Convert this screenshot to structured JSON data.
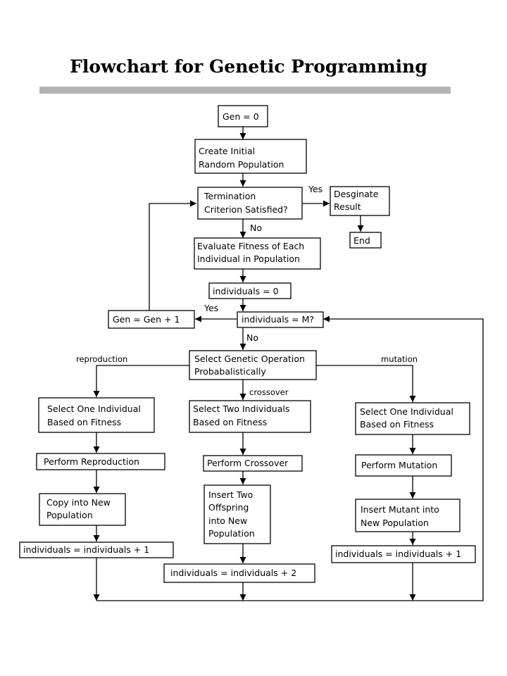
{
  "title": "Flowchart for Genetic Programming",
  "nodes": {
    "gen0": "Gen = 0",
    "create_initial_1": "Create Initial",
    "create_initial_2": "Random Population",
    "termination_1": "Termination",
    "termination_2": "Criterion Satisfied?",
    "designate_1": "Desginate",
    "designate_2": "Result",
    "end": "End",
    "evaluate_1": "Evaluate Fitness of Each",
    "evaluate_2": "Individual in Population",
    "individuals_zero": "individuals = 0",
    "gen_increment": "Gen = Gen + 1",
    "individuals_check": "individuals = M?",
    "select_op_1": "Select Genetic Operation",
    "select_op_2": "Probabalistically",
    "repro_select_1": "Select One Individual",
    "repro_select_2": "Based on Fitness",
    "perform_reproduction": "Perform Reproduction",
    "copy_1": "Copy into New",
    "copy_2": "Population",
    "repro_increment": "individuals = individuals + 1",
    "cross_select_1": "Select Two Individuals",
    "cross_select_2": "Based on Fitness",
    "perform_crossover": "Perform Crossover",
    "insert_two_1": "Insert Two",
    "insert_two_2": "Offspring",
    "insert_two_3": "into New",
    "insert_two_4": "Population",
    "cross_increment": "individuals = individuals + 2",
    "mut_select_1": "Select One Individual",
    "mut_select_2": "Based on Fitness",
    "perform_mutation": "Perform Mutation",
    "insert_mutant_1": "Insert Mutant into",
    "insert_mutant_2": "New Population",
    "mut_increment": "individuals = individuals + 1"
  },
  "edge_labels": {
    "termination_yes": "Yes",
    "termination_no": "No",
    "check_yes": "Yes",
    "check_no": "No",
    "reproduction": "reproduction",
    "crossover": "crossover",
    "mutation": "mutation"
  }
}
